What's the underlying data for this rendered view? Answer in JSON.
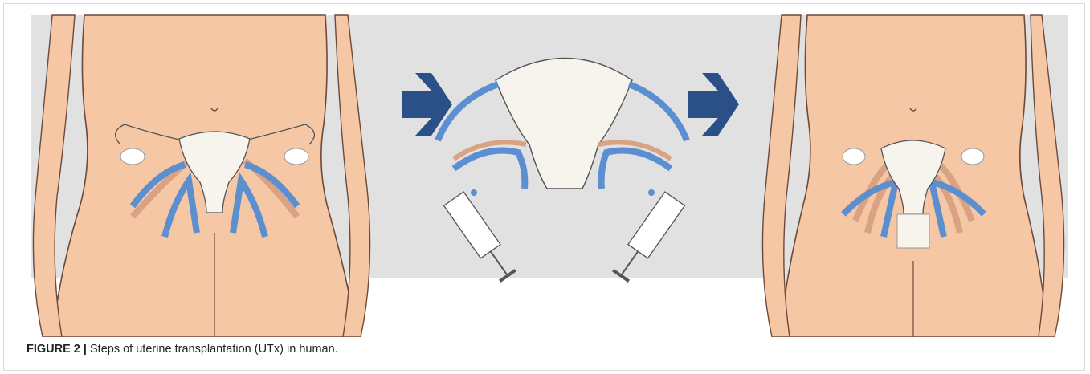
{
  "figure": {
    "caption_label": "FIGURE 2 |",
    "caption_text": "Steps of uterine transplantation (UTx) in human.",
    "colors": {
      "background_panel": "#e1e1e1",
      "skin": "#f6c7a5",
      "skin_outline": "#6b4a3a",
      "uterus": "#f7f4ee",
      "vein_blue": "#5b8fd0",
      "artery_tan": "#d9a383",
      "arrow": "#2b5087"
    },
    "panels": [
      {
        "name": "recipient-before"
      },
      {
        "name": "explanted-uterus-flush"
      },
      {
        "name": "recipient-after"
      }
    ]
  }
}
